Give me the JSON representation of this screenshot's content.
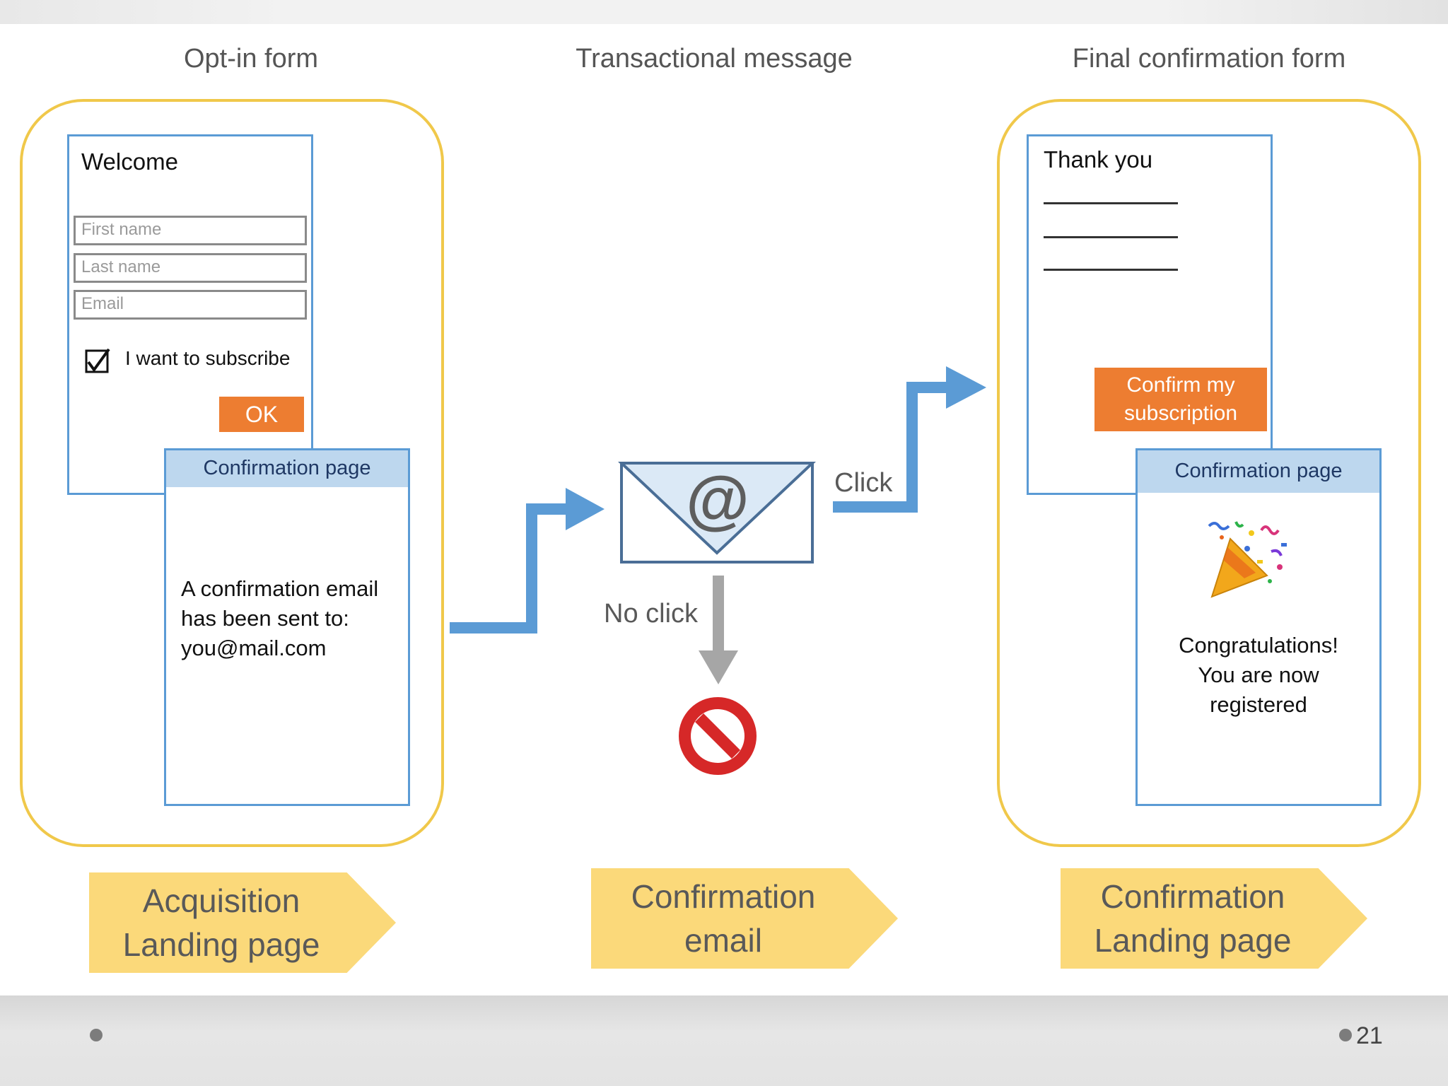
{
  "columns": {
    "optin_title": "Opt-in form",
    "transactional_title": "Transactional message",
    "final_title": "Final confirmation form"
  },
  "optin_form": {
    "heading": "Welcome",
    "first_name_placeholder": "First name",
    "last_name_placeholder": "Last name",
    "email_placeholder": "Email",
    "checkbox_label": "I want to subscribe",
    "ok_button": "OK"
  },
  "confirmation_page_1": {
    "header": "Confirmation page",
    "line1": "A confirmation email",
    "line2": "has been sent to:",
    "line3": "you@mail.com"
  },
  "email": {
    "at_symbol": "@",
    "click_label": "Click",
    "no_click_label": "No click"
  },
  "final_form": {
    "heading": "Thank you",
    "confirm_button_line1": "Confirm my",
    "confirm_button_line2": "subscription"
  },
  "confirmation_page_2": {
    "header": "Confirmation page",
    "line1": "Congratulations!",
    "line2": "You are now",
    "line3": "registered"
  },
  "stages": {
    "stage1_line1": "Acquisition",
    "stage1_line2": "Landing page",
    "stage2_line1": "Confirmation",
    "stage2_line2": "email",
    "stage3_line1": "Confirmation",
    "stage3_line2": "Landing page"
  },
  "footer": {
    "page_number": "21"
  },
  "colors": {
    "frame": "#f0c84a",
    "panel_border": "#5b9bd5",
    "panel_header": "#bdd7ee",
    "button": "#ed7d31",
    "arrow_blue": "#5b9bd5",
    "arrow_gray": "#a6a6a6",
    "stage_chevron": "#fbd97a",
    "no_entry": "#d62828"
  }
}
